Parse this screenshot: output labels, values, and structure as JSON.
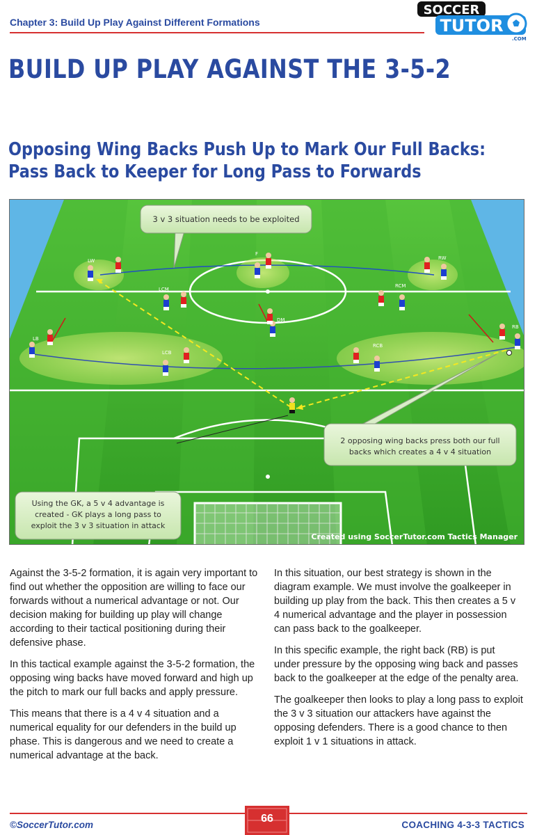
{
  "header": {
    "chapter": "Chapter 3: Build Up Play Against Different Formations",
    "logo_top": "SOCCER",
    "logo_bottom": "TUTOR",
    "logo_com": ".COM"
  },
  "page_title": "BUILD UP PLAY AGAINST THE 3-5-2",
  "section_title": {
    "line1": "Opposing Wing Backs Push Up to Mark Our Full Backs:",
    "line2": "Pass Back to Keeper for Long Pass to Forwards"
  },
  "diagram": {
    "callout_top": "3 v 3 situation needs to be exploited",
    "callout_right_1": "2 opposing wing backs press both our full",
    "callout_right_2": "backs which creates a 4 v 4 situation",
    "callout_left_1": "Using the GK, a 5 v 4 advantage is",
    "callout_left_2": "created - GK plays a long pass to",
    "callout_left_3": "exploit the 3 v 3 situation in attack",
    "credit": "Created using SoccerTutor.com Tactics Manager",
    "labels": {
      "lw": "LW",
      "f": "F",
      "rw": "RW",
      "lcm": "LCM",
      "rcm": "RCM",
      "dm": "DM",
      "lb": "LB",
      "lcb": "LCB",
      "rcb": "RCB",
      "rb": "RB"
    },
    "colors": {
      "blue_team": "#1c3fd0",
      "red_team": "#e02020",
      "pitch": "#3fae2e"
    }
  },
  "body_left": [
    "Against the 3-5-2 formation, it is again very important to find out whether the opposition are willing to face our forwards without a numerical advantage or not. Our decision making for building up play will change according to their tactical positioning during their defensive phase.",
    "In this tactical example against the 3-5-2 formation, the opposing wing backs have moved forward and high up the pitch to mark our full backs and apply pressure.",
    "This means that there is a 4 v 4 situation and a numerical equality for our defenders in the build up phase. This is dangerous and we need to create a numerical advantage at the back."
  ],
  "body_right": [
    "In this situation, our best strategy is shown in the diagram example. We must involve the goalkeeper in building up play from the back. This then creates a 5 v 4 numerical advantage and the player in possession can pass back to the goalkeeper.",
    "In this specific example, the right back (RB) is put under pressure by the opposing wing back and passes back to the goalkeeper at the edge of the penalty area.",
    "The goalkeeper then looks to play a long pass to exploit the 3 v 3 situation our attackers have against the opposing defenders. There is a good chance to then exploit 1 v 1 situations in attack."
  ],
  "footer": {
    "site": "©SoccerTutor.com",
    "page_number": "66",
    "book": "COACHING 4-3-3 TACTICS"
  }
}
